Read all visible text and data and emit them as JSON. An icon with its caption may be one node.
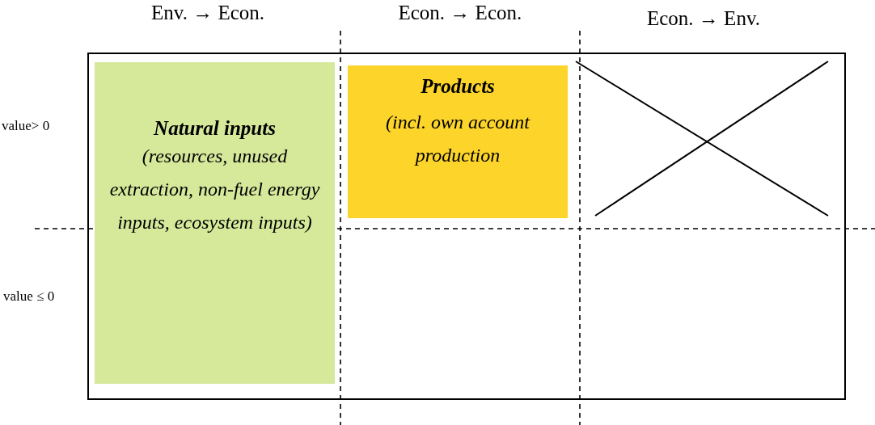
{
  "diagram": {
    "nodes": [
      {
        "text": [
          "Natural inputs",
          "(resources, unused extraction, non-fuel energy inputs, ecosystem inputs)"
        ]
      },
      {
        "text": [
          "Products",
          "(incl. own account production"
        ]
      }
    ],
    "edges": [],
    "labels": [
      "Env. → Econ.",
      "Econ. → Econ.",
      "Econ. → Env.",
      "value> 0",
      "value ≤ 0"
    ]
  }
}
